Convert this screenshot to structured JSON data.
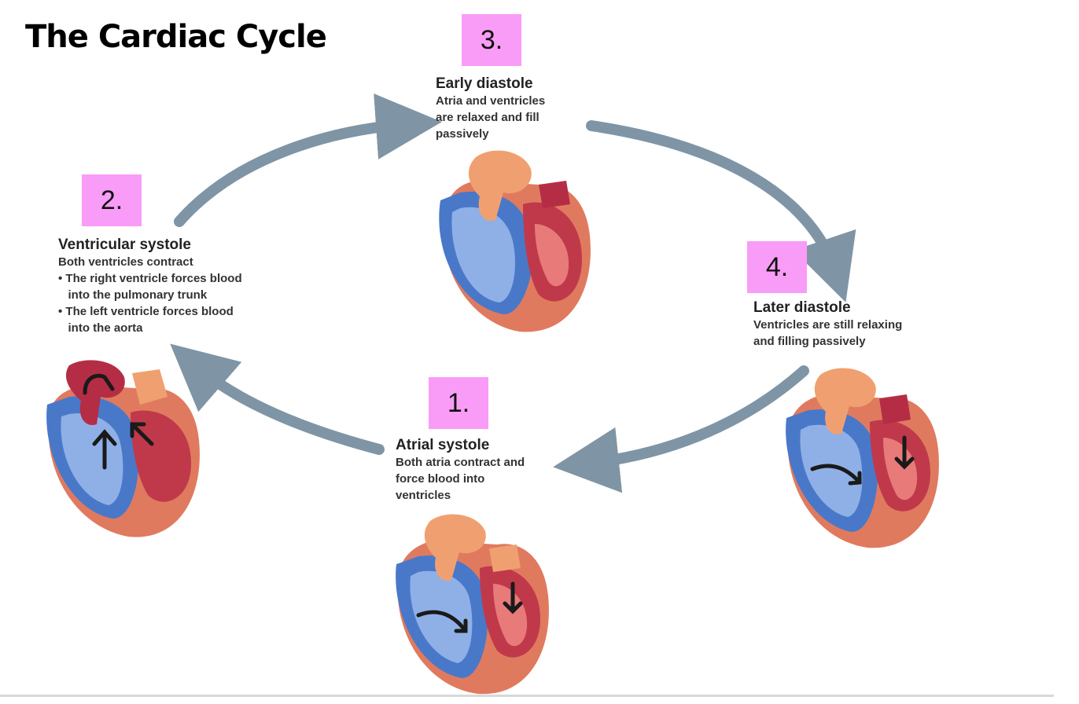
{
  "title": "The Cardiac Cycle",
  "stages": [
    {
      "number": "1.",
      "heading": "Atrial systole",
      "lines": [
        "Both atria contract and",
        "force blood into",
        "ventricles"
      ]
    },
    {
      "number": "2.",
      "heading": "Ventricular systole",
      "lines": [
        "Both ventricles contract",
        "• The right ventricle forces blood",
        "   into the pulmonary trunk",
        "• The left ventricle forces blood",
        "   into the aorta"
      ]
    },
    {
      "number": "3.",
      "heading": "Early diastole",
      "lines": [
        "Atria and ventricles",
        "are relaxed and fill",
        "passively"
      ]
    },
    {
      "number": "4.",
      "heading": "Later diastole",
      "lines": [
        "Ventricles are still relaxing",
        "and filling passively"
      ]
    }
  ],
  "colors": {
    "highlight": "#f99cf7",
    "arrow": "#7f95a6",
    "heart_outer": "#e07a5f",
    "oxygenated": "#c0394b",
    "deoxygenated": "#4a78c9"
  }
}
